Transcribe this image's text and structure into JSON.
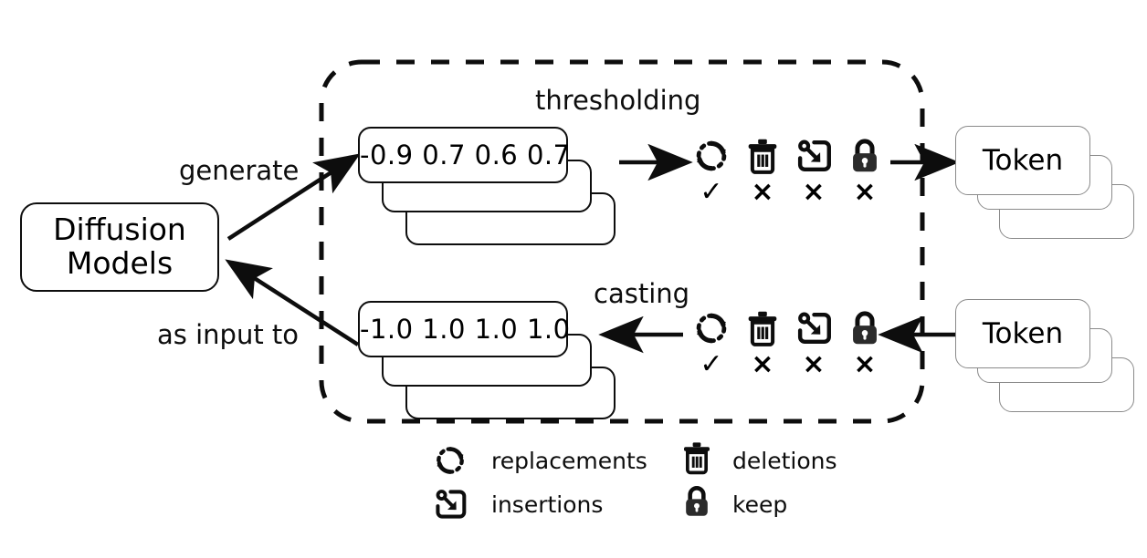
{
  "figure": {
    "title": "Diffusion model token editing diagram",
    "colors": {
      "stroke": "#0d0d0d",
      "card_token_stroke": "#8a8a8a",
      "background": "#ffffff"
    }
  },
  "nodes": {
    "diffusion": {
      "line1": "Diffusion",
      "line2": "Models"
    },
    "edges": {
      "generate": "generate",
      "as_input_to": "as input to"
    },
    "group_labels": {
      "thresholding": "thresholding",
      "casting": "casting"
    }
  },
  "vector_stacks": [
    {
      "id": "top-vector-stack",
      "values": "-0.9 0.7 0.6 0.7",
      "numbers": [
        -0.9,
        0.7,
        0.6,
        0.7
      ],
      "depth": 3
    },
    {
      "id": "bottom-vector-stack",
      "values": "-1.0 1.0 1.0 1.0",
      "numbers": [
        -1.0,
        1.0,
        1.0,
        1.0
      ],
      "depth": 3
    }
  ],
  "token_stacks": [
    {
      "id": "top-token-stack",
      "label": "Token",
      "depth": 3
    },
    {
      "id": "bottom-token-stack",
      "label": "Token",
      "depth": 3
    }
  ],
  "operation_rows": [
    {
      "id": "thresholding-ops",
      "icons": [
        "replacements-icon",
        "deletions-icon",
        "insertions-icon",
        "keep-icon"
      ],
      "marks": [
        "✓",
        "×",
        "×",
        "×"
      ]
    },
    {
      "id": "casting-ops",
      "icons": [
        "replacements-icon",
        "deletions-icon",
        "insertions-icon",
        "keep-icon"
      ],
      "marks": [
        "✓",
        "×",
        "×",
        "×"
      ]
    }
  ],
  "legend": {
    "items": [
      {
        "icon": "replacements-icon",
        "label": "replacements"
      },
      {
        "icon": "deletions-icon",
        "label": "deletions"
      },
      {
        "icon": "insertions-icon",
        "label": "insertions"
      },
      {
        "icon": "keep-icon",
        "label": "keep"
      }
    ]
  }
}
